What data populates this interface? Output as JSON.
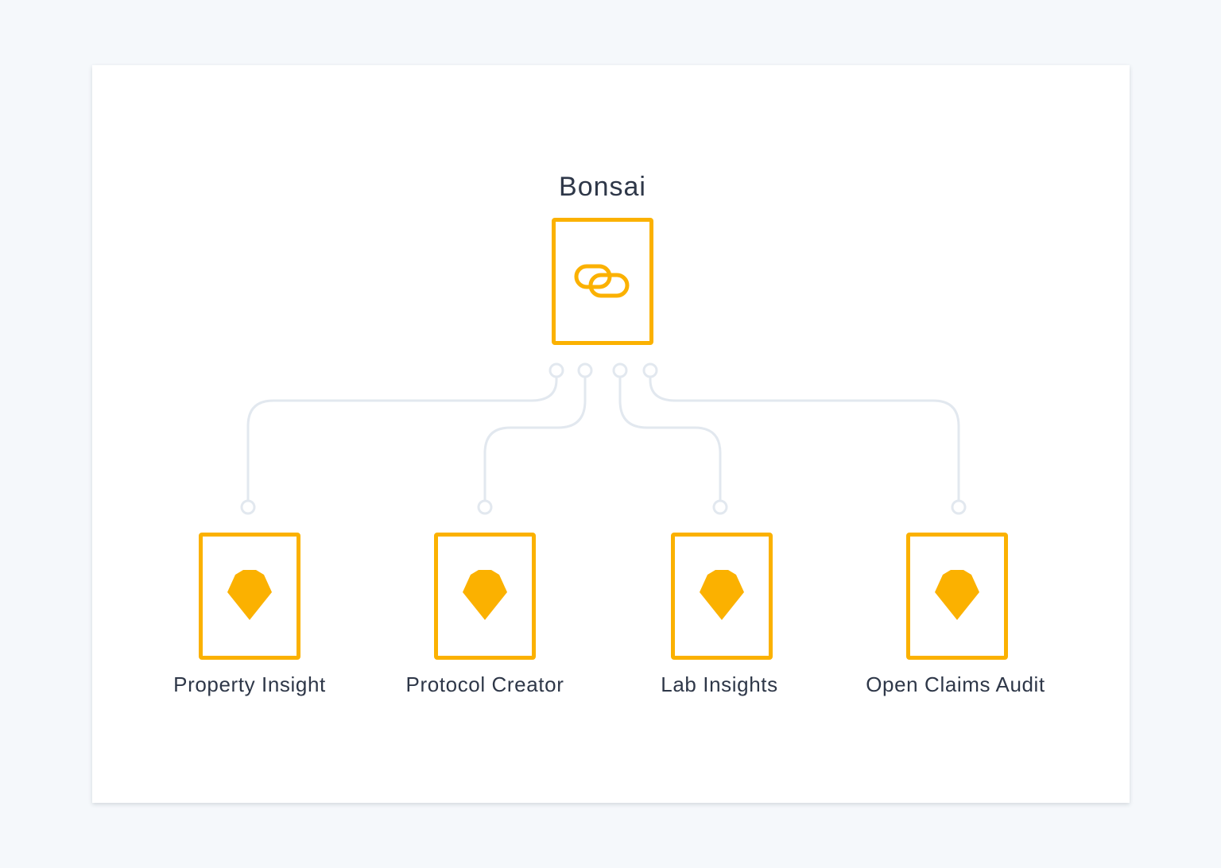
{
  "colors": {
    "accent": "#fbb100",
    "connector": "#e2e8ef",
    "text": "#2e3748",
    "background": "#f5f8fb"
  },
  "root": {
    "label": "Bonsai",
    "icon": "link-icon"
  },
  "children": [
    {
      "label": "Property Insight",
      "icon": "diamond-icon"
    },
    {
      "label": "Protocol Creator",
      "icon": "diamond-icon"
    },
    {
      "label": "Lab Insights",
      "icon": "diamond-icon"
    },
    {
      "label": "Open Claims Audit",
      "icon": "diamond-icon"
    }
  ]
}
